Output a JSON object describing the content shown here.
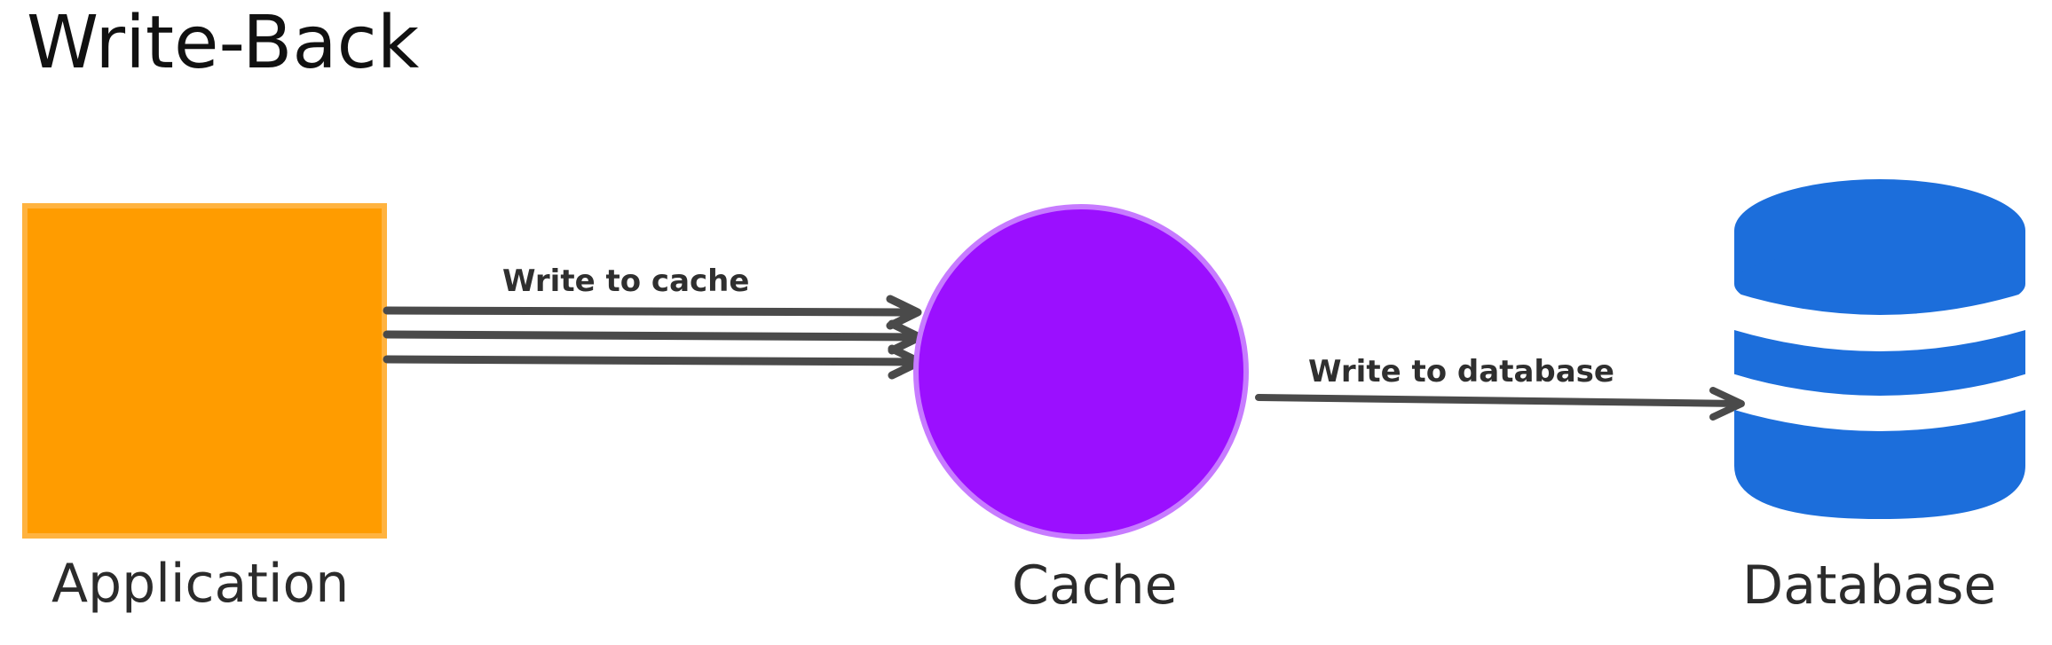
{
  "title": "Write-Back",
  "nodes": {
    "application": {
      "label": "Application",
      "color": "#FF9C00"
    },
    "cache": {
      "label": "Cache",
      "color": "#9B0FFF"
    },
    "database": {
      "label": "Database",
      "color": "#1C6EDB"
    }
  },
  "edges": {
    "app_to_cache": {
      "label": "Write to cache"
    },
    "cache_to_db": {
      "label": "Write to database"
    }
  },
  "colors": {
    "arrow": "#4a4a4a",
    "text": "#2b2b2b"
  }
}
